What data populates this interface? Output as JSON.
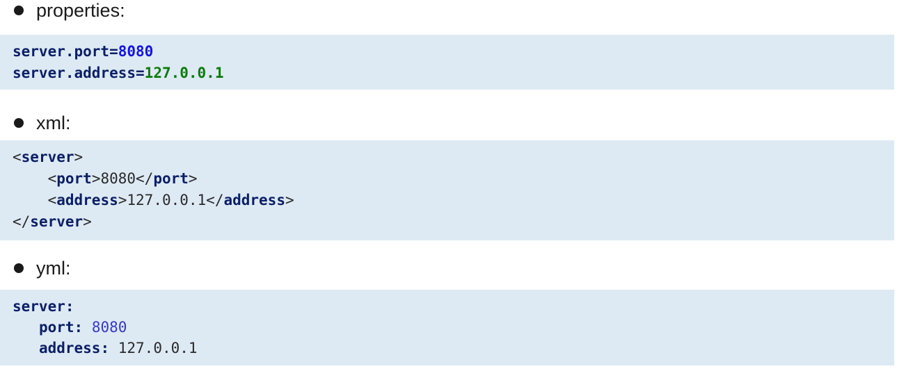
{
  "sections": [
    {
      "label": "properties:",
      "lines": [
        {
          "key": "server.port",
          "sep": "=",
          "value": "8080"
        },
        {
          "key": "server.address",
          "sep": "=",
          "value": "127.0.0.1"
        }
      ]
    },
    {
      "label": "xml:",
      "lines": [
        {
          "open_lt": "<",
          "tag": "server",
          "close_gt": ">"
        },
        {
          "indent": "    ",
          "open_lt": "<",
          "tag": "port",
          "mid": ">8080</",
          "tag2": "port",
          "close_gt": ">"
        },
        {
          "indent": "    ",
          "open_lt": "<",
          "tag": "address",
          "mid": ">127.0.0.1</",
          "tag2": "address",
          "close_gt": ">"
        },
        {
          "open_lt": "</",
          "tag": "server",
          "close_gt": ">"
        }
      ]
    },
    {
      "label": "yml:",
      "lines": [
        {
          "key": "server",
          "colon": ":"
        },
        {
          "indent": "   ",
          "key": "port",
          "colon": ":",
          "value": " 8080"
        },
        {
          "indent": "   ",
          "key": "address",
          "colon": ":",
          "value": " 127.0.0.1"
        }
      ]
    }
  ],
  "colors": {
    "code_background": "#dde9f3",
    "keyword": "#0b1f66",
    "properties_port_value": "#1414e0",
    "properties_address_value": "#0d7a0d",
    "yml_port_value": "#3737c8"
  }
}
